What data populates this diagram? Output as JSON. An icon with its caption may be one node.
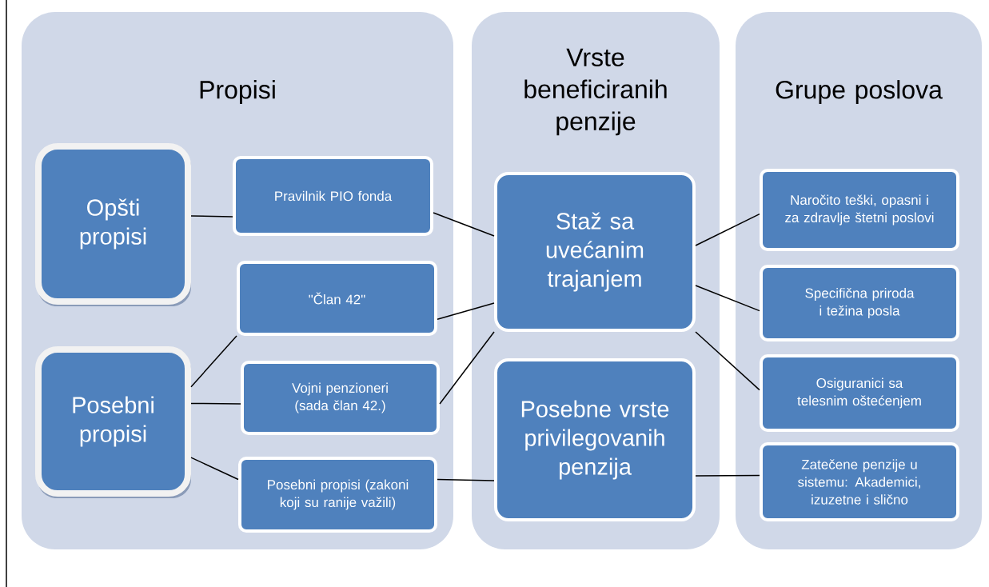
{
  "diagram": {
    "nodes": [
      {
        "text": [
          "Propisi"
        ]
      },
      {
        "text": [
          "Vrste beneficiranih penzije"
        ]
      },
      {
        "text": [
          "Grupe poslova"
        ]
      },
      {
        "text": [
          "Opšti propisi"
        ],
        "in": 0
      },
      {
        "text": [
          "Pravilnik PIO fonda"
        ],
        "in": 0
      },
      {
        "text": [
          "\"Član 42\""
        ],
        "in": 0
      },
      {
        "text": [
          "Posebni propisi"
        ],
        "in": 0
      },
      {
        "text": [
          "Vojni penzioneri (sada član 42.)"
        ],
        "in": 0
      },
      {
        "text": [
          "Posebni propisi (zakoni koji su ranije važili)"
        ],
        "in": 0
      },
      {
        "text": [
          "Staž sa uvećanim trajanjem"
        ],
        "in": 1
      },
      {
        "text": [
          "Posebne vrste privilegovanih penzija"
        ],
        "in": 1
      },
      {
        "text": [
          "Naročito teški, opasni i za zdravlje štetni poslovi"
        ],
        "in": 2
      },
      {
        "text": [
          "Specifična priroda i težina posla"
        ],
        "in": 2
      },
      {
        "text": [
          "Osiguranici sa telesnim oštećenjem"
        ],
        "in": 2
      },
      {
        "text": [
          "Zatečene penzije u sistemu: Akademici, izuzetne i slično"
        ],
        "in": 2
      }
    ],
    "edges": [
      {
        "from": 3,
        "to": 4,
        "arrow": "none"
      },
      {
        "from": 4,
        "to": 9,
        "arrow": "none"
      },
      {
        "from": 6,
        "to": 5,
        "arrow": "none"
      },
      {
        "from": 6,
        "to": 7,
        "arrow": "none"
      },
      {
        "from": 6,
        "to": 8,
        "arrow": "none"
      },
      {
        "from": 5,
        "to": 9,
        "arrow": "none"
      },
      {
        "from": 7,
        "to": 9,
        "arrow": "none"
      },
      {
        "from": 8,
        "to": 10,
        "arrow": "none"
      },
      {
        "from": 9,
        "to": 11,
        "arrow": "none"
      },
      {
        "from": 9,
        "to": 12,
        "arrow": "none"
      },
      {
        "from": 9,
        "to": 13,
        "arrow": "none"
      },
      {
        "from": 10,
        "to": 14,
        "arrow": "none"
      }
    ]
  }
}
